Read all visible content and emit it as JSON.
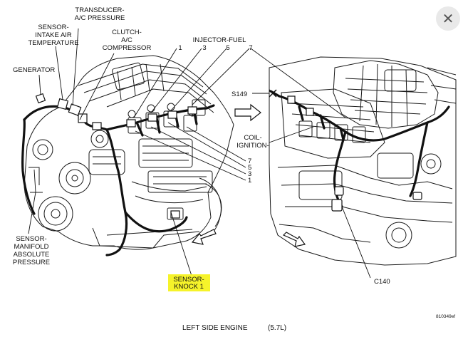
{
  "labels": {
    "transducer": [
      "TRANSDUCER-",
      "A/C PRESSURE"
    ],
    "sensor_intake": [
      "SENSOR-",
      "INTAKE AIR",
      "TEMPERATURE"
    ],
    "clutch": [
      "CLUTCH-",
      "A/C",
      "COMPRESSOR"
    ],
    "injector": "INJECTOR-FUEL",
    "injector_top_numbers": [
      "1",
      "3",
      "5",
      "7"
    ],
    "generator": "GENERATOR",
    "s149": "S149",
    "coil": [
      "COIL-",
      "IGNITION-"
    ],
    "coil_numbers": [
      "7",
      "5",
      "3",
      "1"
    ],
    "sensor_manifold": [
      "SENSOR-",
      "MANIFOLD",
      "ABSOLUTE",
      "PRESSURE"
    ],
    "knock": [
      "SENSOR-",
      "KNOCK 1"
    ],
    "c140": "C140",
    "figure_id": "810349ef",
    "caption": [
      "LEFT SIDE ENGINE",
      "(5.7L)"
    ]
  },
  "close_icon": "✕",
  "colors": {
    "highlight": "#f6f32a",
    "ink": "#111111",
    "close_bg": "#e9e9e9"
  }
}
